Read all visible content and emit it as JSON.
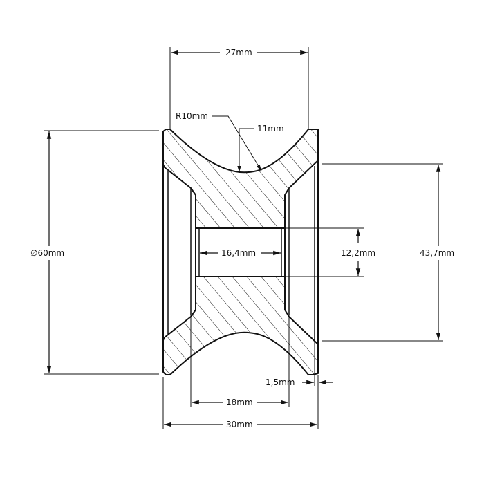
{
  "drawing": {
    "title": "V-groove pulley wheel cross-section",
    "line_color": "#111111",
    "background": "#ffffff",
    "dimensions": {
      "top_width": "27mm",
      "groove_radius": "R10mm",
      "groove_depth": "11mm",
      "outer_diameter": "∅60mm",
      "bore_length": "16,4mm",
      "bore_diameter": "12,2mm",
      "hub_diameter": "43,7mm",
      "flange_thickness": "1,5mm",
      "hub_width": "18mm",
      "total_width": "30mm"
    }
  }
}
